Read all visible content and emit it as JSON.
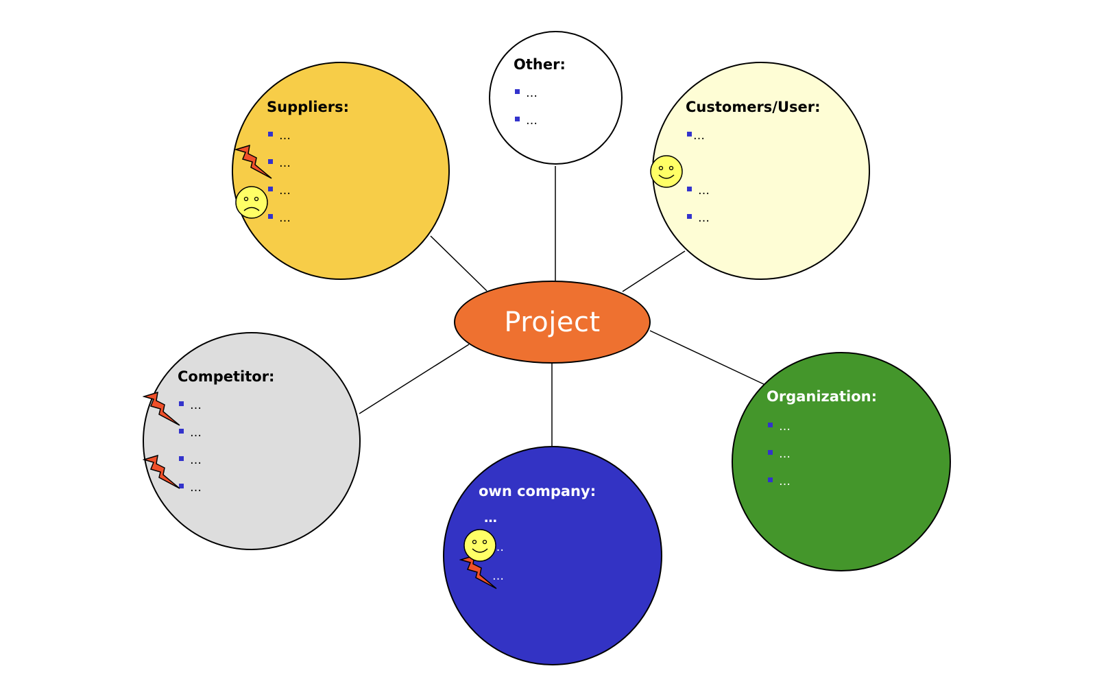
{
  "center": {
    "label": "Project",
    "color": "#ee7130"
  },
  "colors": {
    "suppliers": "#f7cd48",
    "other": "#ffffff",
    "customers": "#fefdd5",
    "competitor": "#dddddd",
    "own_company": "#3333c4",
    "organization": "#44962b",
    "bullet": "#3333cc",
    "smiley": "#ffff66",
    "lightning": "#f0502a"
  },
  "nodes": {
    "suppliers": {
      "title": "Suppliers:",
      "items": [
        "…",
        "…",
        "…",
        "…"
      ]
    },
    "other": {
      "title": "Other:",
      "items": [
        "…",
        "…"
      ]
    },
    "customers": {
      "title": "Customers/User:",
      "items": [
        "…",
        "…",
        "…"
      ]
    },
    "competitor": {
      "title": "Competitor:",
      "items": [
        "…",
        "…",
        "…",
        "…"
      ]
    },
    "own_company": {
      "title": "own company:",
      "items": [
        "…",
        "…",
        "…"
      ]
    },
    "organization": {
      "title": "Organization:",
      "items": [
        "…",
        "…",
        "…"
      ]
    }
  },
  "icons": {
    "happy": "happy-face-icon",
    "sad": "sad-face-icon",
    "conflict": "lightning-icon"
  }
}
